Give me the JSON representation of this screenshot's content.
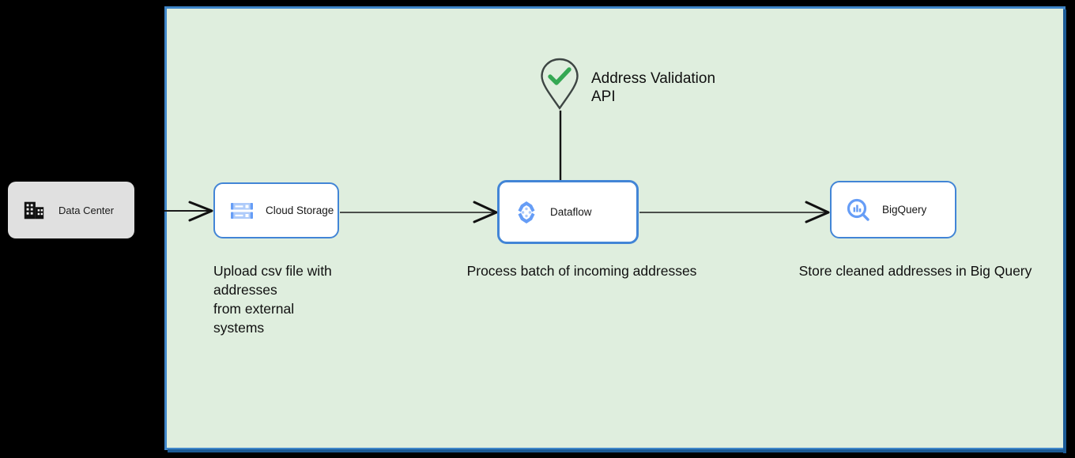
{
  "diagram": {
    "background_color": "#000000",
    "panel": {
      "name": "cloud-boundary",
      "fill": "#dfeede",
      "border_color": "#3f86c9"
    },
    "external": {
      "datacenter": {
        "label": "Data Center",
        "icon": "building-icon",
        "fill": "#e0e0e0"
      }
    },
    "nodes": [
      {
        "id": "cloud-storage",
        "label": "Cloud Storage",
        "icon": "cloud-storage-icon",
        "accent": "#4285d6"
      },
      {
        "id": "dataflow",
        "label": "Dataflow",
        "icon": "dataflow-icon",
        "accent": "#4285d6"
      },
      {
        "id": "bigquery",
        "label": "BigQuery",
        "icon": "bigquery-icon",
        "accent": "#4285d6"
      }
    ],
    "marker": {
      "label": "Address Validation\nAPI",
      "icon": "map-pin-check-icon",
      "check_color": "#34a853",
      "pin_color": "#3d4543"
    },
    "captions": [
      {
        "id": "caption-upload",
        "text": "Upload csv file with\naddresses\nfrom external\nsystems"
      },
      {
        "id": "caption-process",
        "text": "Process batch of incoming addresses"
      },
      {
        "id": "caption-store",
        "text": "Store cleaned addresses in Big Query"
      }
    ],
    "edges": [
      {
        "id": "edge-datacenter-storage",
        "from": "data-center",
        "to": "cloud-storage"
      },
      {
        "id": "edge-storage-dataflow",
        "from": "cloud-storage",
        "to": "dataflow"
      },
      {
        "id": "edge-dataflow-bigquery",
        "from": "dataflow",
        "to": "bigquery"
      },
      {
        "id": "edge-api-dataflow",
        "from": "address-validation-api",
        "to": "dataflow"
      }
    ]
  }
}
